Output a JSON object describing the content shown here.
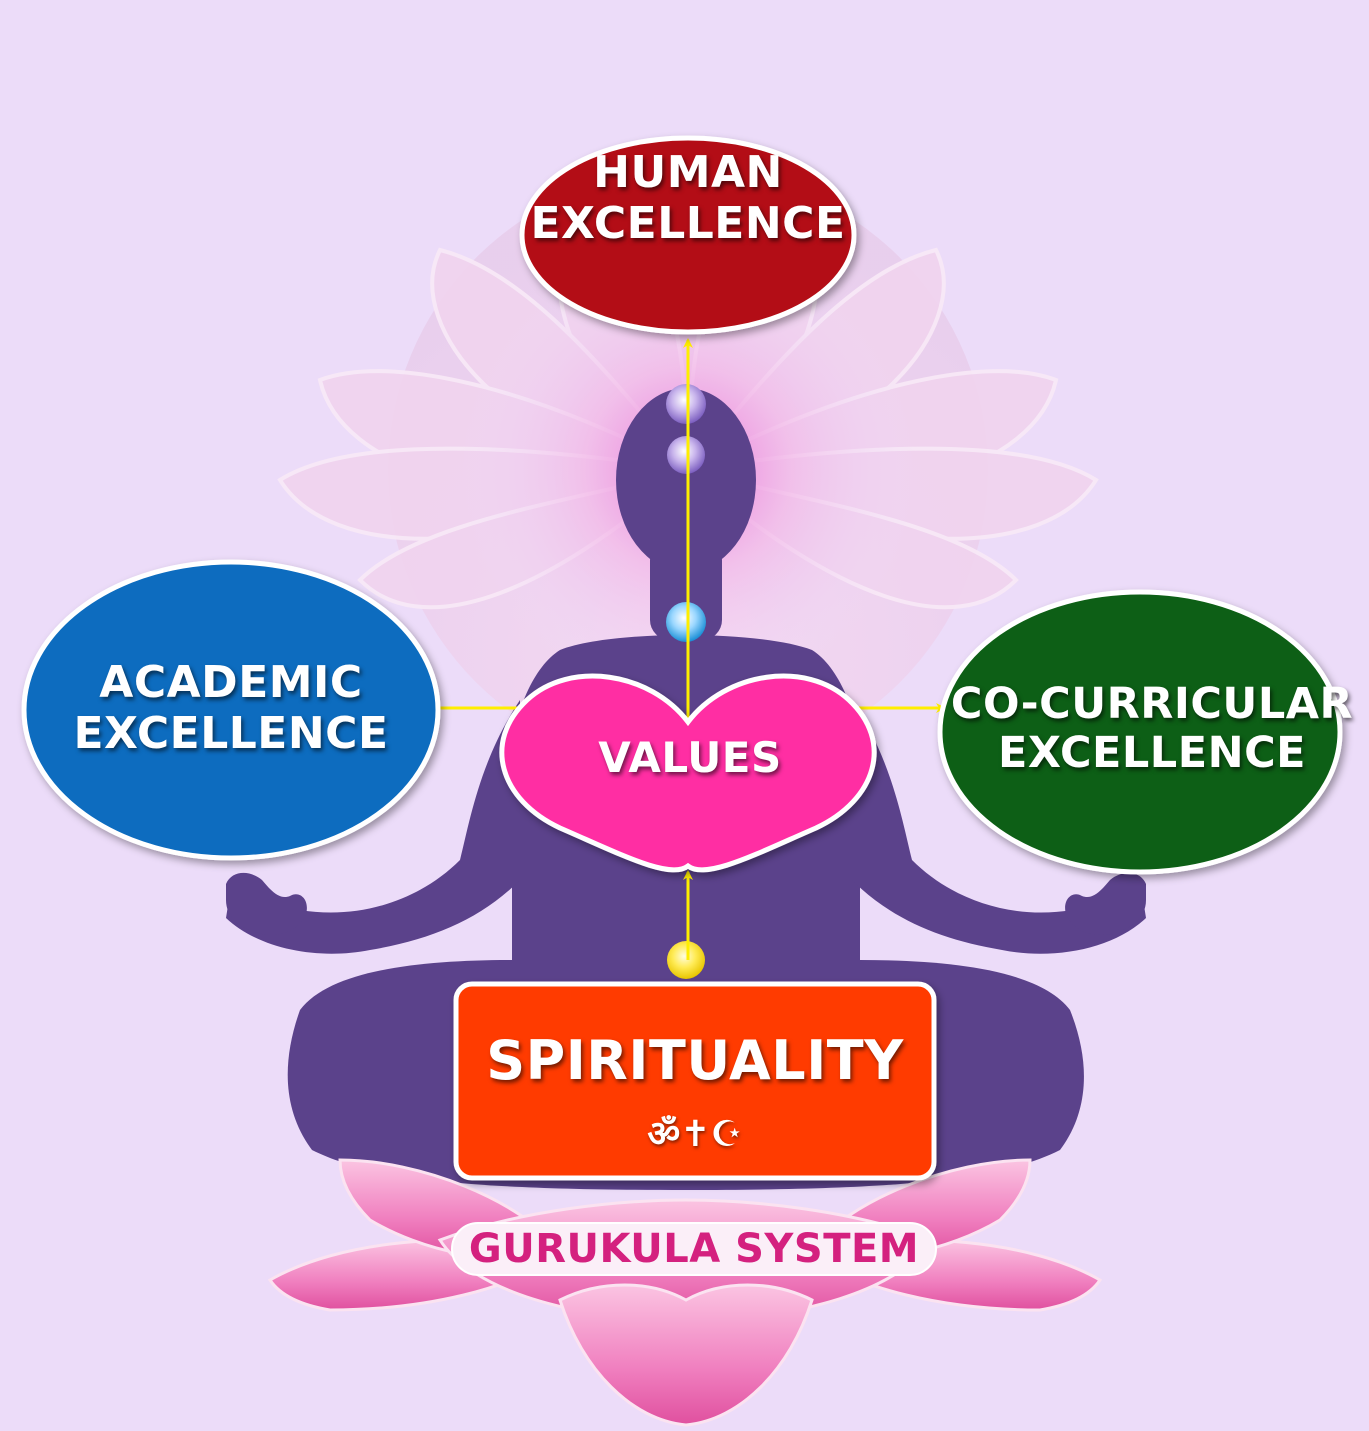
{
  "diagram": {
    "human_excellence": {
      "lines": [
        "HUMAN",
        "EXCELLENCE"
      ],
      "color": "#b30d12"
    },
    "academic_excellence": {
      "lines": [
        "ACADEMIC",
        "EXCELLENCE"
      ],
      "color": "#0a6cbf"
    },
    "co_curricular_excellence": {
      "lines": [
        "CO-CURRICULAR",
        "EXCELLENCE"
      ],
      "color": "#0b5f12"
    },
    "values": {
      "label": "VALUES",
      "color": "#ff2fa3"
    },
    "spirituality": {
      "label": "SPIRITUALITY",
      "symbols": "ॐ✝☪",
      "color": "#ff3b05"
    },
    "gurukula_system": {
      "label": "GURUKULA SYSTEM",
      "color": "#d4217f"
    },
    "arrow_color": "#ffee00",
    "figure_color": "#5b428b",
    "lotus_color": "#f07fbf"
  }
}
